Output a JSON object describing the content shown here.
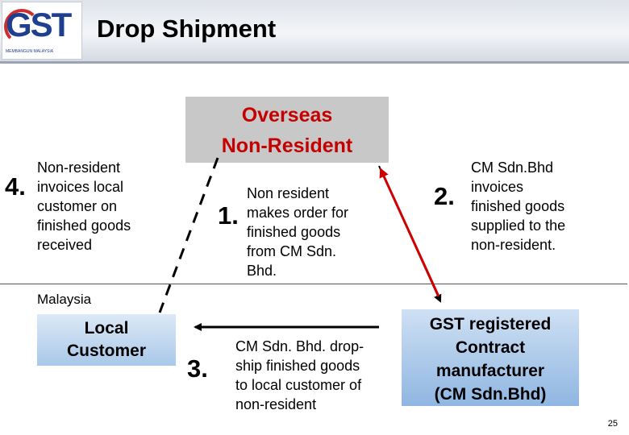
{
  "header": {
    "logo_text": "GST",
    "logo_tagline": "MEMBANGUN MALAYSIA",
    "title": "Drop Shipment"
  },
  "overseas": {
    "line1": "Overseas",
    "line2": "Non-Resident"
  },
  "step1": {
    "number": "1.",
    "text": "Non resident\nmakes order for\nfinished goods\nfrom CM Sdn.\nBhd."
  },
  "step2": {
    "number": "2.",
    "text": "CM Sdn.Bhd\ninvoices\nfinished goods\nsupplied to the\nnon-resident."
  },
  "step3": {
    "number": "3.",
    "text": "CM Sdn. Bhd. drop-\nship  finished goods\nto local customer of\nnon-resident"
  },
  "step4": {
    "number": "4.",
    "text": "Non-resident\ninvoices local\ncustomer on\nfinished   goods\nreceived"
  },
  "region_label": "Malaysia",
  "local_customer": {
    "line1": "Local",
    "line2": "Customer"
  },
  "contract_manufacturer": {
    "line1": "GST registered",
    "line2": "Contract",
    "line3": "manufacturer",
    "line4": "(CM Sdn.Bhd)"
  },
  "page_number": "25",
  "colors": {
    "title_red": "#c40000",
    "arrow_red": "#d00000",
    "box_blue": "#a9c8ea"
  }
}
